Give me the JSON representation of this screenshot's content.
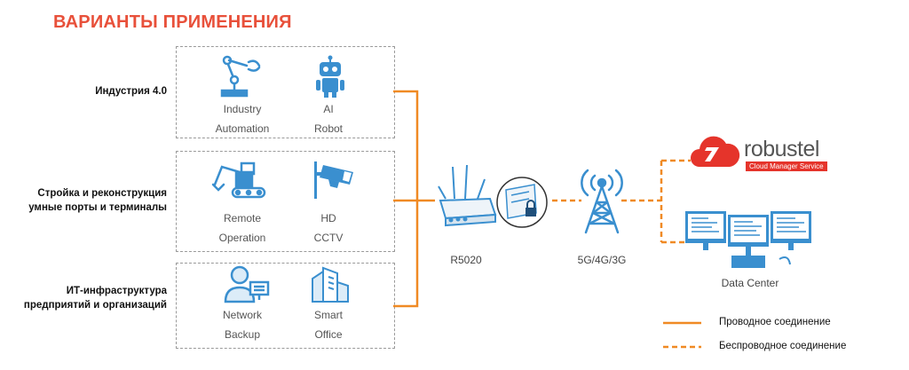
{
  "title": "ВАРИАНТЫ ПРИМЕНЕНИЯ",
  "categories": [
    {
      "label": "Индустрия 4.0",
      "items": [
        {
          "line1": "Industry",
          "line2": "Automation"
        },
        {
          "line1": "AI",
          "line2": "Robot"
        }
      ]
    },
    {
      "label": "Стройка и реконструкция умные порты и терминалы",
      "line1": "Стройка и реконструкция",
      "line2": "умные порты и терминалы",
      "items": [
        {
          "line1": "Remote",
          "line2": "Operation"
        },
        {
          "line1": "HD",
          "line2": "CCTV"
        }
      ]
    },
    {
      "label": "ИТ-инфраструктура предприятий и организаций",
      "line1": "ИТ-инфраструктура",
      "line2": "предприятий и организаций",
      "items": [
        {
          "line1": "Network",
          "line2": "Backup"
        },
        {
          "line1": "Smart",
          "line2": "Office"
        }
      ]
    }
  ],
  "router_label": "R5020",
  "tower_label": "5G/4G/3G",
  "cloud_brand": "robustel",
  "cloud_sub": "Cloud Manager Service",
  "datacenter_label": "Data Center",
  "legend": {
    "wired": "Проводное соединение",
    "wireless": "Беспроводное соединение"
  },
  "colors": {
    "accent": "#f08a24",
    "title": "#e8503a",
    "icon": "#3a8fcf",
    "cloud": "#e5342b"
  }
}
